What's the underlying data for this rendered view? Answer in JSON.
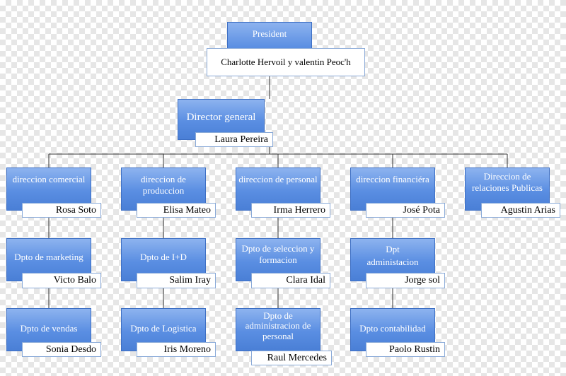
{
  "president": {
    "title": "President",
    "name": "Charlotte Hervoil y valentin Peoc'h"
  },
  "director": {
    "title": "Director general",
    "name": "Laura Pereira"
  },
  "divisions": [
    {
      "title": "direccion comercial",
      "name": "Rosa Soto"
    },
    {
      "title": "direccion de produccion",
      "name": "Elisa Mateo"
    },
    {
      "title": "direccion de personal",
      "name": "Irma Herrero"
    },
    {
      "title": "direccion financiéra",
      "name": "José Pota"
    },
    {
      "title": "Direccion de relaciones Publicas",
      "name": "Agustin Arias"
    }
  ],
  "level3": [
    {
      "title": "Dpto de marketing",
      "name": "Victo Balo"
    },
    {
      "title": "Dpto de I+D",
      "name": "Salim Iray"
    },
    {
      "title": "Dpto de seleccion y formacion",
      "name": "Clara Idal"
    },
    {
      "title": "Dpt administacion",
      "name": "Jorge sol"
    }
  ],
  "level4": [
    {
      "title": "Dpto de vendas",
      "name": "Sonia Desdo"
    },
    {
      "title": "Dpto de Logistica",
      "name": "Iris Moreno"
    },
    {
      "title": "Dpto de administracion de personal",
      "name": "Raul Mercedes"
    },
    {
      "title": "Dpto contabilidad",
      "name": "Paolo Rustin"
    }
  ],
  "colors": {
    "box_top": "#8db3ef",
    "box_bottom": "#4a7fd6",
    "connector": "#333333"
  }
}
